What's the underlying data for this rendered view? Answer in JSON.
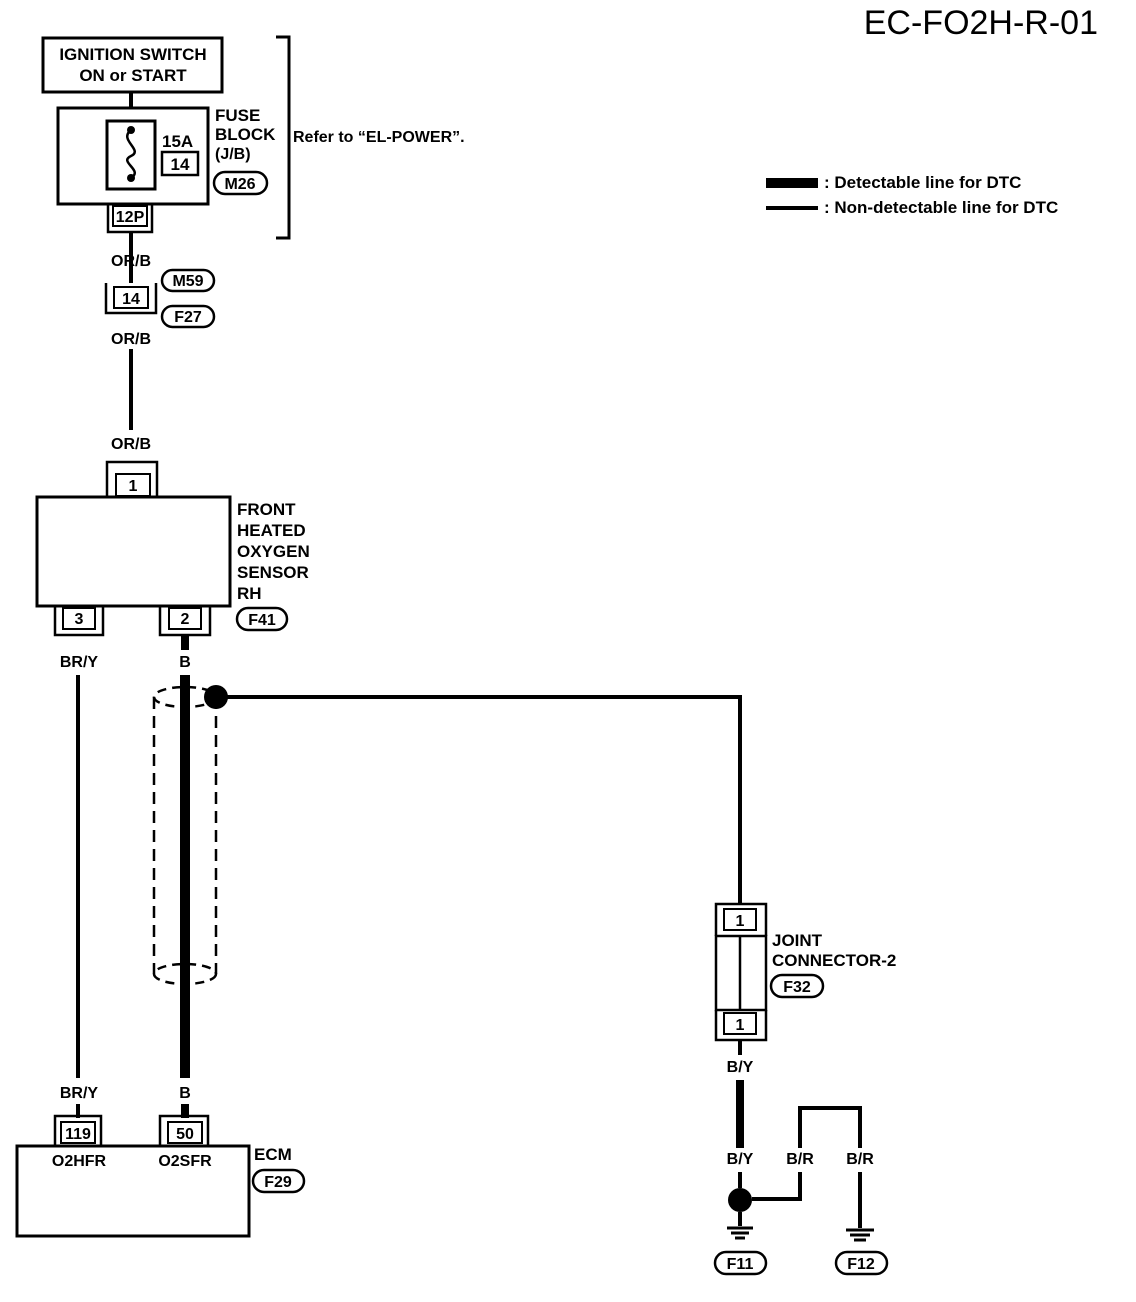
{
  "header": {
    "page_id": "EC-FO2H-R-01"
  },
  "legend": {
    "detectable": ": Detectable line for DTC",
    "non_detectable": ": Non-detectable line for DTC"
  },
  "ignition": {
    "line1": "IGNITION SWITCH",
    "line2": "ON or START"
  },
  "fuse_block": {
    "label1": "FUSE",
    "label2": "BLOCK",
    "label3": "(J/B)",
    "rating": "15A",
    "fuse_no": "14",
    "connector": "M26",
    "pin": "12P",
    "note": "Refer to “EL-POWER”."
  },
  "wires": {
    "or_b_1": "OR/B",
    "or_b_2": "OR/B",
    "or_b_3": "OR/B",
    "br_y_top": "BR/Y",
    "b_top": "B",
    "br_y_bottom": "BR/Y",
    "b_bottom": "B",
    "b_y_top": "B/Y",
    "b_y_bottom": "B/Y",
    "b_r_1": "B/R",
    "b_r_2": "B/R"
  },
  "inline_conn": {
    "pin": "14",
    "upper": "M59",
    "lower": "F27"
  },
  "sensor": {
    "line1": "FRONT",
    "line2": "HEATED",
    "line3": "OXYGEN",
    "line4": "SENSOR",
    "line5": "RH",
    "connector": "F41",
    "pin_top": "1",
    "pin_left": "3",
    "pin_right": "2"
  },
  "joint": {
    "line1": "JOINT",
    "line2": "CONNECTOR-2",
    "connector": "F32",
    "pin_top": "1",
    "pin_bottom": "1"
  },
  "ecm": {
    "label": "ECM",
    "connector": "F29",
    "pin_left": "119",
    "pin_right": "50",
    "term_left": "O2HFR",
    "term_right": "O2SFR"
  },
  "grounds": {
    "g1": "F11",
    "g2": "F12"
  }
}
